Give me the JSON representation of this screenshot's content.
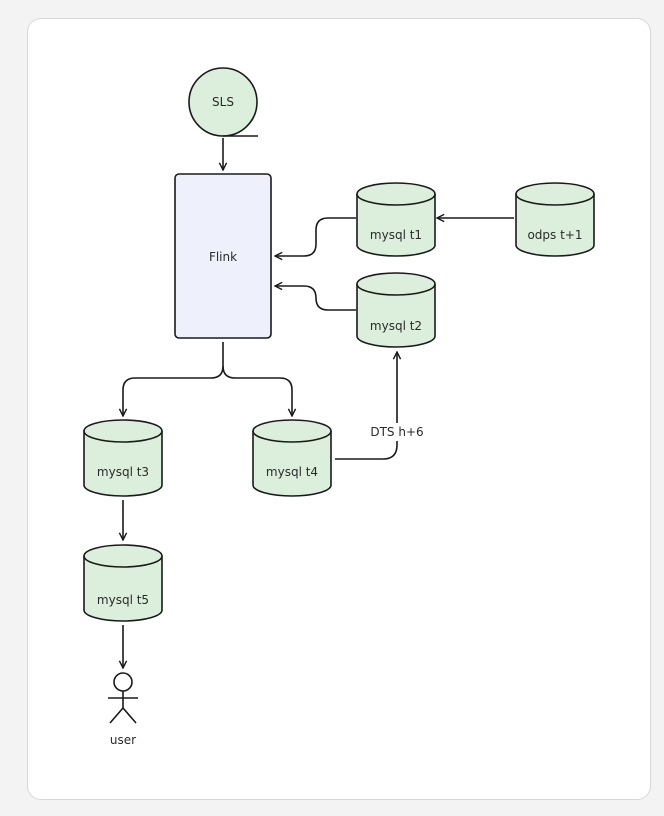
{
  "nodes": {
    "sls": "SLS",
    "flink": "Flink",
    "mysql_t1": "mysql t1",
    "mysql_t2": "mysql t2",
    "mysql_t3": "mysql t3",
    "mysql_t4": "mysql t4",
    "mysql_t5": "mysql t5",
    "odps": "odps t+1",
    "user": "user"
  },
  "edge_labels": {
    "dts": "DTS h+6"
  },
  "colors": {
    "database_fill": "#dcefdc",
    "flink_fill": "#eef1fb",
    "stroke": "#1a1a1a",
    "card_background": "#ffffff",
    "page_background": "#f3f3f3"
  }
}
